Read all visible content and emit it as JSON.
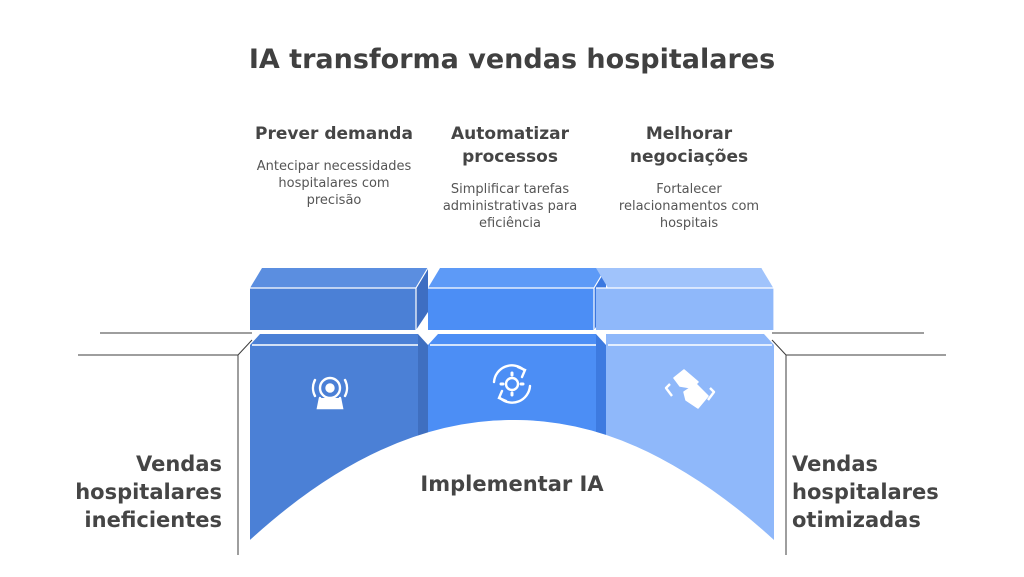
{
  "title": "IA transforma vendas hospitalares",
  "columns": [
    {
      "heading": "Prever demanda",
      "description": "Antecipar necessidades hospitalares com precisão",
      "icon": "camera-robot-icon",
      "color": "#4b80d6"
    },
    {
      "heading": "Automatizar processos",
      "description": "Simplificar tarefas administrativas para eficiência",
      "icon": "gear-cycle-icon",
      "color": "#4c8ef5"
    },
    {
      "heading": "Melhorar negociações",
      "description": "Fortalecer relacionamentos com hospitais",
      "icon": "handshake-icon",
      "color": "#8fb8fa"
    }
  ],
  "left_label": "Vendas hospitalares ineficientes",
  "right_label": "Vendas hospitalares otimizadas",
  "center_label": "Implementar IA"
}
